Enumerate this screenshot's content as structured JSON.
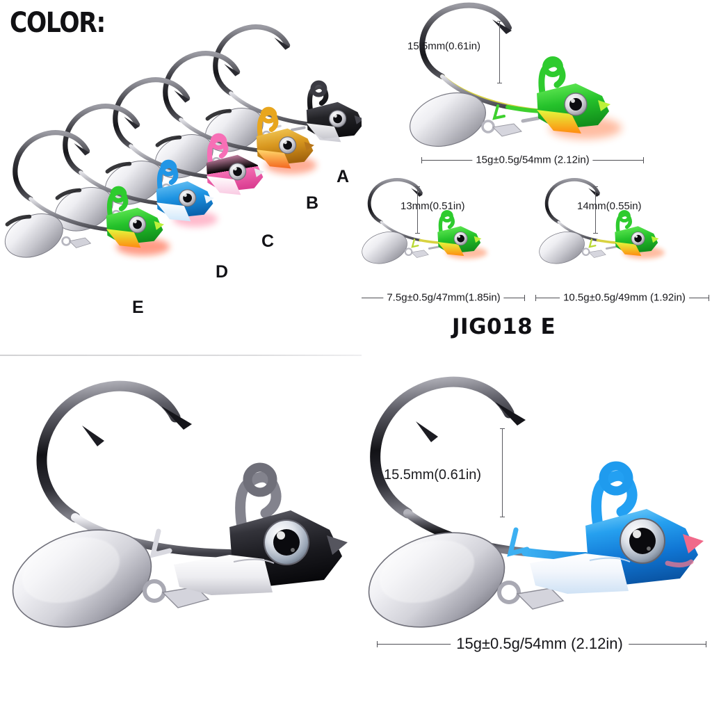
{
  "product": {
    "code": "JIG018  E",
    "color_heading": "COLOR:"
  },
  "color_chart": {
    "heading": "COLOR:",
    "swatches": [
      {
        "letter": "A",
        "name": "black-silver",
        "primary": "#2b2b2f",
        "secondary": "#e8e8ec",
        "accent": "#6a6a70"
      },
      {
        "letter": "B",
        "name": "gold-orange",
        "primary": "#d99b22",
        "secondary": "#f4c246",
        "accent": "#f2522a"
      },
      {
        "letter": "C",
        "name": "pink-white",
        "primary": "#f06ab0",
        "secondary": "#f7e3ef",
        "accent": "#ff4f9a"
      },
      {
        "letter": "D",
        "name": "blue-white",
        "primary": "#1e8fe0",
        "secondary": "#e4f0fb",
        "accent": "#0a6fc4"
      },
      {
        "letter": "E",
        "name": "green-chartreuse-orange",
        "primary": "#27c62c",
        "secondary": "#d7f23a",
        "accent": "#ff5a1e"
      }
    ]
  },
  "specs": {
    "title": "JIG018  E",
    "variants": [
      {
        "id": "variant-15g",
        "hook_gap": "15.5mm(0.61in)",
        "weight_length": "15g±0.5g/54mm (2.12in)",
        "color": "E"
      },
      {
        "id": "variant-7-5g",
        "hook_gap": "13mm(0.51in)",
        "weight_length": "7.5g±0.5g/47mm(1.85in)",
        "color": "E"
      },
      {
        "id": "variant-10-5g",
        "hook_gap": "14mm(0.55in)",
        "weight_length": "10.5g±0.5g/49mm (1.92in)",
        "color": "E"
      }
    ]
  },
  "detail_black": {
    "name": "jig-head-color-a-black",
    "body_color": "#2a2a2e",
    "belly_color": "#f2f2f5",
    "blade_color": "#c9c9cf"
  },
  "detail_blue": {
    "name": "jig-head-color-d-blue",
    "body_color": "#1a8fe6",
    "belly_color": "#e9f2fb",
    "blade_color": "#c9c9cf",
    "hook_gap": "15.5mm(0.61in)",
    "weight_length": "15g±0.5g/54mm (2.12in)"
  },
  "palette": {
    "background": "#ffffff",
    "text": "#121216",
    "dimension_line": "#4e4e54",
    "divider": "#d8d8dc"
  }
}
